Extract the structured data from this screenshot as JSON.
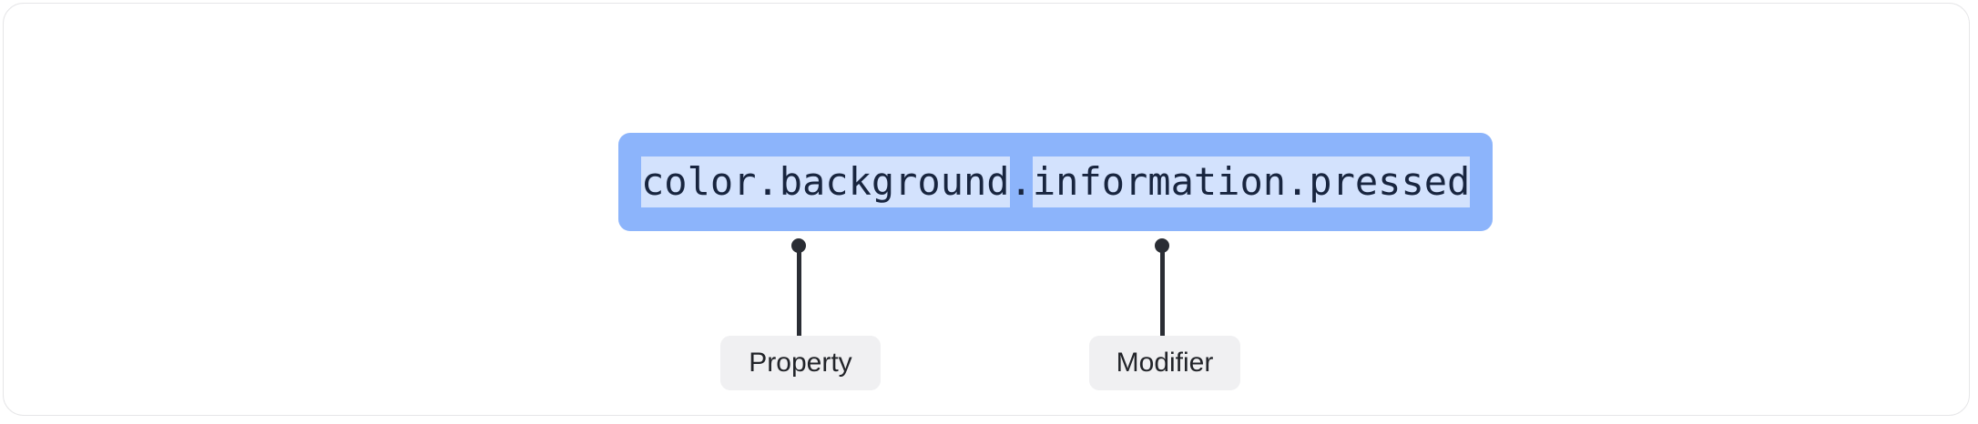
{
  "card": {
    "background_color": "#ffffff",
    "border_color": "#e6e6e8"
  },
  "diagram": {
    "type": "token-anatomy",
    "token": {
      "full_value": "color.background.information.pressed",
      "chip_background_color": "#8cb4fb",
      "highlight_color": "#d3e2fd",
      "text_color": "#18253f",
      "segments": [
        {
          "text": "color.background",
          "highlighted": true,
          "role": "property"
        },
        {
          "text": ".",
          "highlighted": false,
          "role": "separator"
        },
        {
          "text": "information.pressed",
          "highlighted": true,
          "role": "modifier"
        }
      ]
    },
    "annotations": [
      {
        "label": "Property",
        "target_segment": "color.background",
        "pill_background_color": "#f0f0f2",
        "pill_text_color": "#222429",
        "connector_color": "#2a2d34"
      },
      {
        "label": "Modifier",
        "target_segment": "information.pressed",
        "pill_background_color": "#f0f0f2",
        "pill_text_color": "#222429",
        "connector_color": "#2a2d34"
      }
    ]
  }
}
